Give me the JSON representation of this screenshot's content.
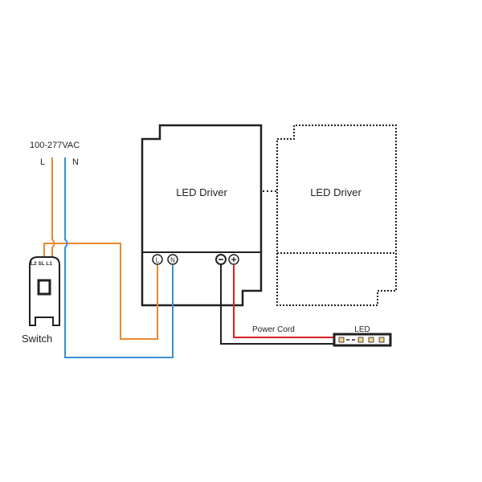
{
  "diagram": {
    "supply": {
      "voltage_label": "100-277VAC",
      "line_label": "L",
      "neutral_label": "N"
    },
    "switch": {
      "label": "Switch",
      "terminals_label": "L2 SL L1"
    },
    "driver_main": {
      "label": "LED Driver",
      "terminals": {
        "L": "L",
        "N": "N",
        "minus": "-",
        "plus": "+"
      }
    },
    "driver_secondary": {
      "label": "LED Driver"
    },
    "power_cord_label": "Power Cord",
    "led_label": "LED",
    "colors": {
      "line": "#e8892c",
      "neutral": "#3a8fd6",
      "positive": "#d81f26",
      "negative": "#231f20",
      "outline": "#231f20",
      "led_chip": "#f2d98a"
    }
  }
}
